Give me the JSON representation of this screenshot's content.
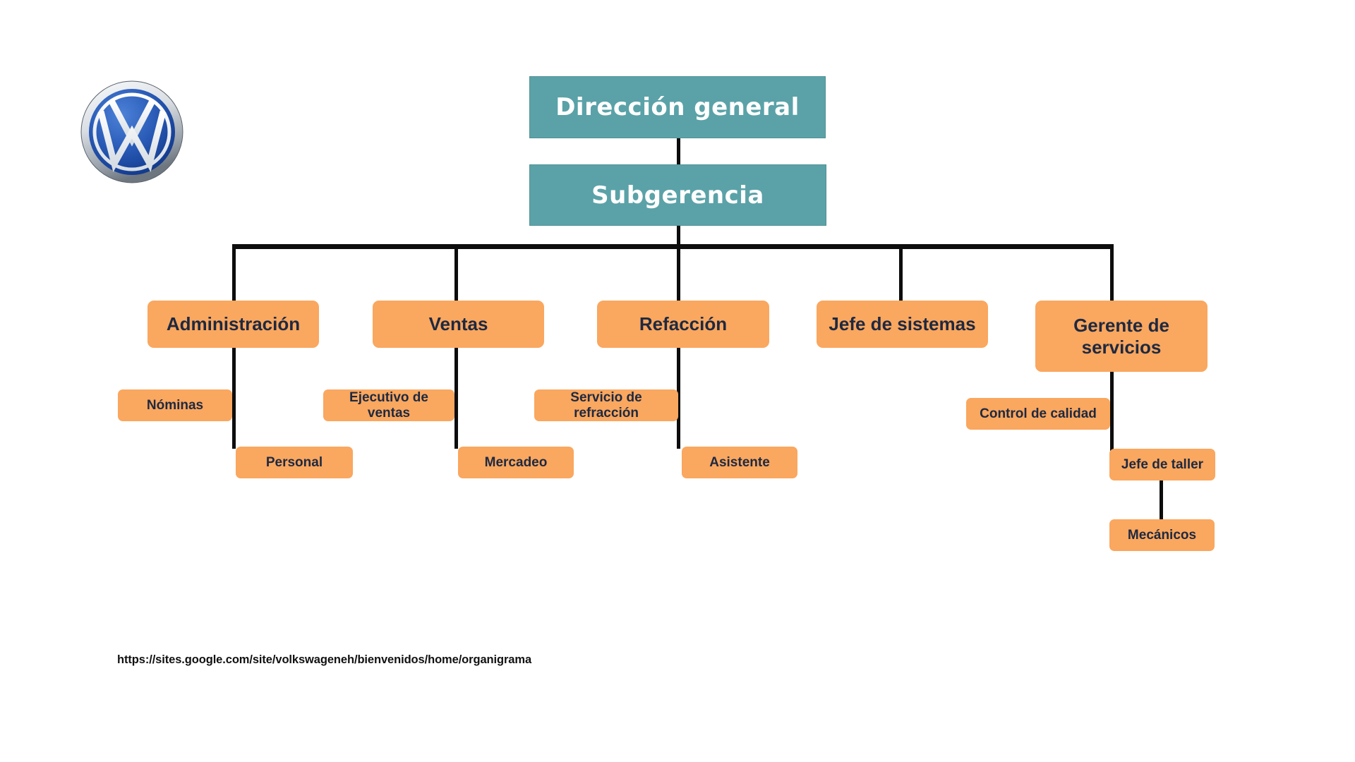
{
  "colors": {
    "teal": "#5AA2A8",
    "orange": "#FAA75F",
    "box_text": "#1E2940",
    "teal_text": "#FFFFFF",
    "connector": "#0D0D0D",
    "background": "#FFFFFF",
    "logo_blue": "#1D4FA8"
  },
  "logo": {
    "icon": "volkswagen-logo"
  },
  "chart": {
    "root": {
      "label": "Dirección general"
    },
    "sub": {
      "label": "Subgerencia"
    },
    "departments": [
      {
        "label": "Administración",
        "children": [
          {
            "label": "Nóminas"
          },
          {
            "label": "Personal"
          }
        ]
      },
      {
        "label": "Ventas",
        "children": [
          {
            "label": "Ejecutivo de ventas"
          },
          {
            "label": "Mercadeo"
          }
        ]
      },
      {
        "label": "Refacción",
        "children": [
          {
            "label": "Servicio de refracción"
          },
          {
            "label": "Asistente"
          }
        ]
      },
      {
        "label": "Jefe de sistemas",
        "children": []
      },
      {
        "label": "Gerente de servicios",
        "children": [
          {
            "label": "Control de calidad"
          },
          {
            "label": "Jefe de taller"
          },
          {
            "label": "Mecánicos"
          }
        ]
      }
    ]
  },
  "footer": {
    "source_url": "https://sites.google.com/site/volkswageneh/bienvenidos/home/organigrama"
  }
}
